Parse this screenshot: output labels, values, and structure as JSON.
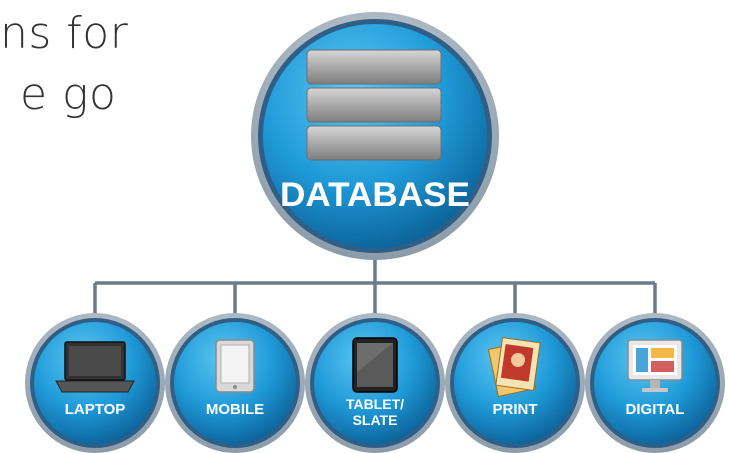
{
  "slide_text": {
    "line1": "ns for",
    "line2": "e go"
  },
  "diagram": {
    "root": {
      "label": "DATABASE",
      "icon": "database-icon"
    },
    "children": [
      {
        "label": "LAPTOP",
        "icon": "laptop-icon"
      },
      {
        "label": "MOBILE",
        "icon": "mobile-icon"
      },
      {
        "label": "TABLET/",
        "label2": "SLATE",
        "icon": "tablet-icon"
      },
      {
        "label": "PRINT",
        "icon": "print-icon"
      },
      {
        "label": "DIGITAL",
        "icon": "digital-monitor-icon"
      }
    ],
    "colors": {
      "circle_blue": "#1f9ad8",
      "circle_dark": "#0d6fa8",
      "ring": "#2f5f86",
      "connector": "#6b7b88",
      "label": "#ffffff"
    }
  }
}
